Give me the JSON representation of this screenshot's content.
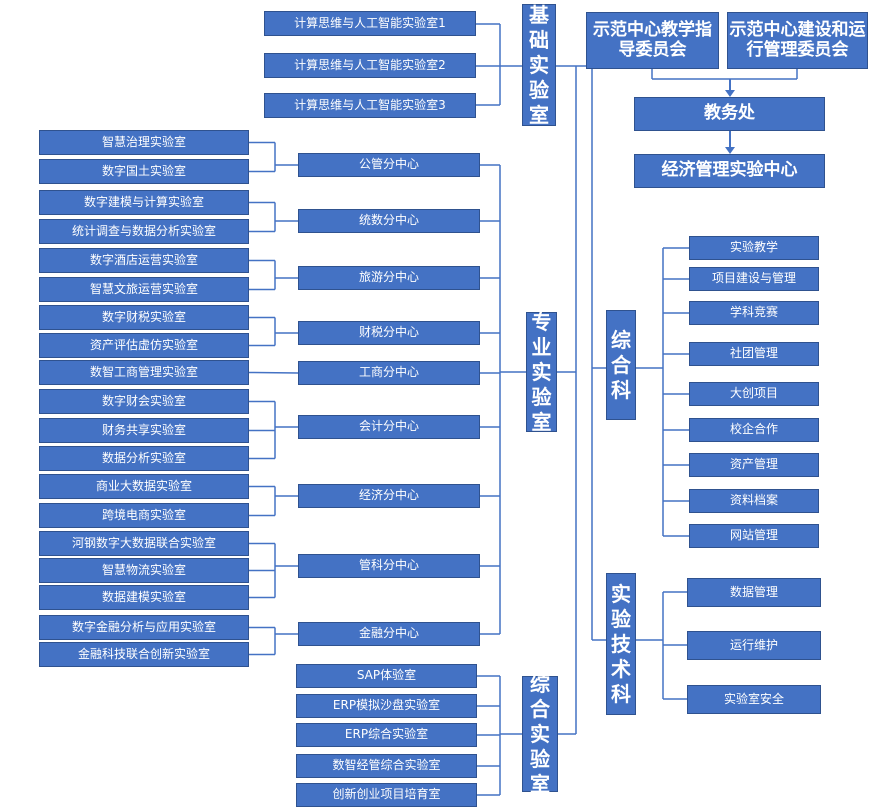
{
  "colors": {
    "box_fill": "#4472c4",
    "box_border": "#2f528f",
    "text": "#ffffff",
    "line": "#4472c4"
  },
  "top": {
    "committee_teaching": "示范中心教学指导委员会",
    "committee_operation": "示范中心建设和运行管理委员会",
    "academic_affairs": "教务处",
    "center": "经济管理实验中心"
  },
  "basic": {
    "label": "基础实验室",
    "labs": [
      "计算思维与人工智能实验室1",
      "计算思维与人工智能实验室2",
      "计算思维与人工智能实验室3"
    ]
  },
  "professional": {
    "label": "专业实验室",
    "subcenters": [
      {
        "name": "公管分中心",
        "labs": [
          "智慧治理实验室",
          "数字国土实验室"
        ]
      },
      {
        "name": "统数分中心",
        "labs": [
          "数字建模与计算实验室",
          "统计调查与数据分析实验室"
        ]
      },
      {
        "name": "旅游分中心",
        "labs": [
          "数字酒店运营实验室",
          "智慧文旅运营实验室"
        ]
      },
      {
        "name": "财税分中心",
        "labs": [
          "数字财税实验室",
          "资产评估虚仿实验室"
        ]
      },
      {
        "name": "工商分中心",
        "labs": [
          "数智工商管理实验室"
        ]
      },
      {
        "name": "会计分中心",
        "labs": [
          "数字财会实验室",
          "财务共享实验室",
          "数据分析实验室"
        ]
      },
      {
        "name": "经济分中心",
        "labs": [
          "商业大数据实验室",
          "跨境电商实验室"
        ]
      },
      {
        "name": "管科分中心",
        "labs": [
          "河钢数字大数据联合实验室",
          "智慧物流实验室",
          "数据建模实验室"
        ]
      },
      {
        "name": "金融分中心",
        "labs": [
          "数字金融分析与应用实验室",
          "金融科技联合创新实验室"
        ]
      }
    ]
  },
  "comprehensive_lab": {
    "label": "综合实验室",
    "labs": [
      "SAP体验室",
      "ERP模拟沙盘实验室",
      "ERP综合实验室",
      "数智经管综合实验室",
      "创新创业项目培育室"
    ]
  },
  "comprehensive_dept": {
    "label": "综合科",
    "items": [
      "实验教学",
      "项目建设与管理",
      "学科竞赛",
      "社团管理",
      "大创项目",
      "校企合作",
      "资产管理",
      "资料档案",
      "网站管理"
    ]
  },
  "tech_dept": {
    "label": "实验技术科",
    "items": [
      "数据管理",
      "运行维护",
      "实验室安全"
    ]
  }
}
